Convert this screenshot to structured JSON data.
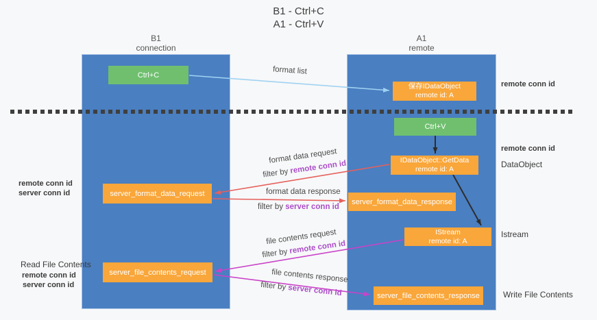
{
  "title": {
    "line1": "B1 - Ctrl+C",
    "line2": "A1 - Ctrl+V"
  },
  "lanes": {
    "b1": {
      "name": "B1",
      "role": "connection"
    },
    "a1": {
      "name": "A1",
      "role": "remote"
    }
  },
  "nodes": {
    "ctrl_c": {
      "label": "Ctrl+C"
    },
    "saved_dataobject": {
      "line1": "保存IDataObject",
      "line2": "remote id: A"
    },
    "ctrl_v": {
      "label": "Ctrl+V"
    },
    "getdata": {
      "line1": "IDataObject::GetData",
      "line2": "remote id: A"
    },
    "format_request": {
      "label": "server_format_data_request"
    },
    "format_response": {
      "label": "server_format_data_response"
    },
    "istream": {
      "line1": "IStream",
      "line2": "remote id: A"
    },
    "file_request": {
      "label": "server_file_contents_request"
    },
    "file_response": {
      "label": "server_file_contents_response"
    }
  },
  "edge_labels": {
    "format_list": "format list",
    "format_data_request": "format data request",
    "format_data_response": "format data response",
    "file_contents_request": "file contents request",
    "file_contents_response": "file contents response",
    "filter_by": "filter by "
  },
  "shared": {
    "remote_conn_id": "remote conn id",
    "server_conn_id": "server conn id"
  },
  "side_labels": {
    "remote_conn_id_top": "remote conn id",
    "remote_conn_id_mid": "remote conn id",
    "dataobject": "DataObject",
    "istream": "Istream",
    "read_file_contents": "Read File Contents",
    "write_file_contents": "Write File Contents"
  },
  "colors": {
    "lane_blue": "#4a7fc1",
    "box_orange": "#f9a63a",
    "box_green": "#6fbf6f",
    "arrow_black": "#2d2d2d",
    "arrow_red": "#e6605c",
    "arrow_magenta": "#c943c9",
    "arrow_lightblue": "#9fd2f2",
    "dashed_separator": "#3f3f3f",
    "text_purple": "#ab4fc8",
    "text_green": "#5cb85c",
    "bg": "#f7f8f9"
  }
}
